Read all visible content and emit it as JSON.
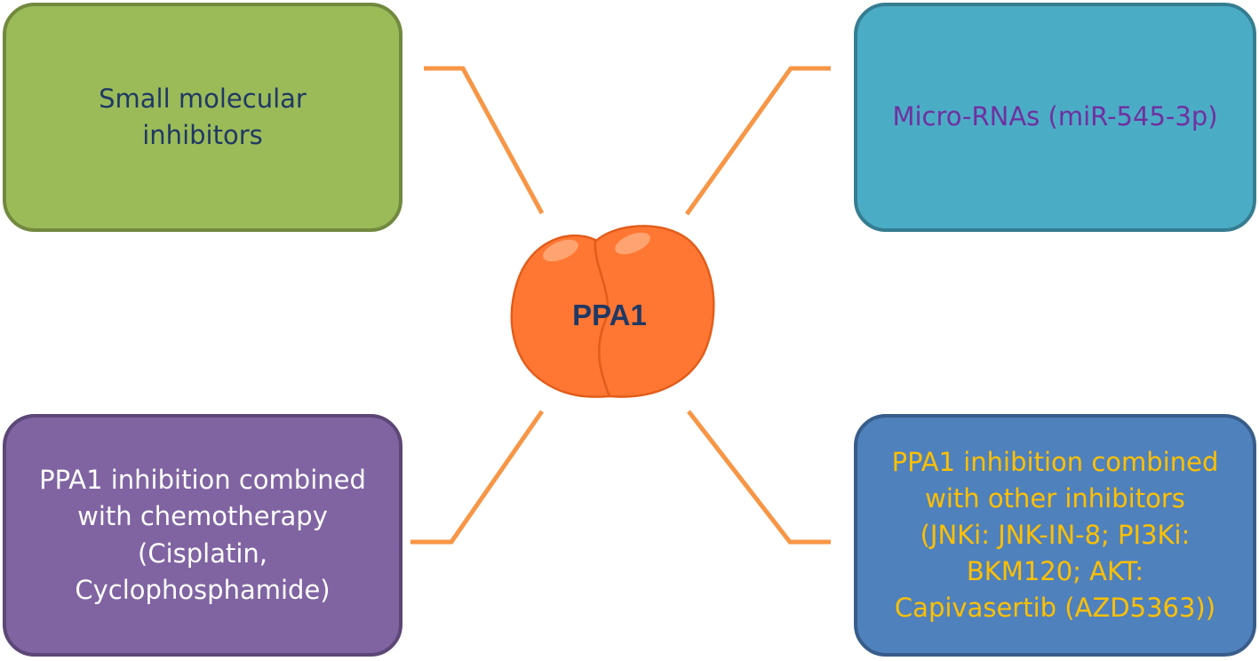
{
  "diagram": {
    "center": {
      "label": "PPA1",
      "fill_color": "#ff7733"
    },
    "connector_color": "#f79646",
    "nodes": [
      {
        "id": "small-molecular-inhibitors",
        "lines": [
          "Small molecular",
          "inhibitors"
        ],
        "fill_color": "#9bbb59",
        "text_color": "#1f3864"
      },
      {
        "id": "micro-rnas",
        "lines": [
          "Micro-RNAs (miR-545-3p)"
        ],
        "fill_color": "#4bacc6",
        "text_color": "#7030a0"
      },
      {
        "id": "combined-chemotherapy",
        "lines": [
          "PPA1 inhibition combined",
          "with chemotherapy",
          "(Cisplatin,",
          "Cyclophosphamide)"
        ],
        "fill_color": "#8064a2",
        "text_color": "#ffffff"
      },
      {
        "id": "combined-other-inhibitors",
        "lines": [
          "PPA1 inhibition combined",
          "with other inhibitors",
          "(JNKi: JNK-IN-8; PI3Ki:",
          "BKM120; AKT:",
          "Capivasertib (AZD5363))"
        ],
        "fill_color": "#4f81bd",
        "text_color": "#ffc000"
      }
    ]
  }
}
